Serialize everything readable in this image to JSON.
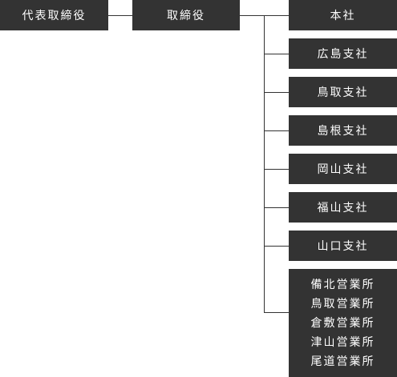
{
  "org_chart": {
    "ceo": "代表取締役",
    "director": "取締役",
    "head_office": "本社",
    "branches": [
      "広島支社",
      "鳥取支社",
      "島根支社",
      "岡山支社",
      "福山支社",
      "山口支社"
    ],
    "sales_offices": [
      "備北営業所",
      "鳥取営業所",
      "倉敷営業所",
      "津山営業所",
      "尾道営業所"
    ]
  }
}
